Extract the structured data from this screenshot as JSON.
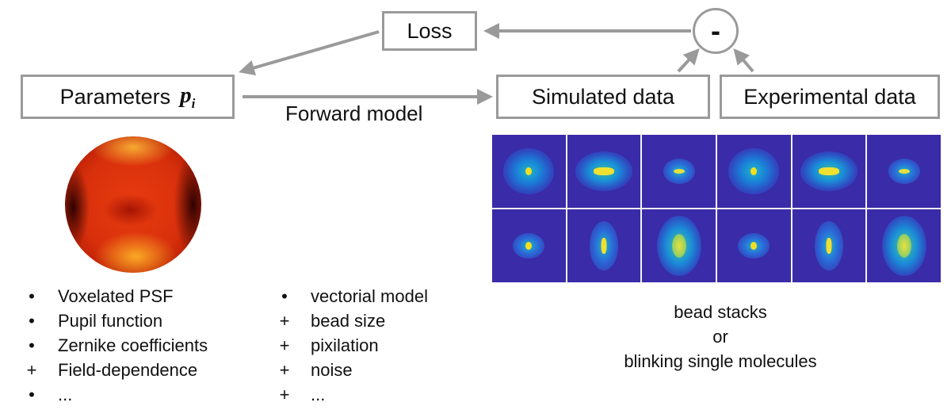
{
  "nodes": {
    "loss": "Loss",
    "parameters": "Parameters",
    "parameters_symbol": "p",
    "parameters_subscript": "i",
    "simulated": "Simulated data",
    "experimental": "Experimental data",
    "minus": "-"
  },
  "edges": {
    "forward_label": "Forward model"
  },
  "left_list": [
    {
      "symbol": "•",
      "text": "Voxelated PSF"
    },
    {
      "symbol": "•",
      "text": "Pupil function"
    },
    {
      "symbol": "•",
      "text": "Zernike coefficients"
    },
    {
      "symbol": "+",
      "text": "Field-dependence"
    },
    {
      "symbol": "•",
      "text": "..."
    }
  ],
  "right_list": [
    {
      "symbol": "•",
      "text": "vectorial model"
    },
    {
      "symbol": "+",
      "text": "bead size"
    },
    {
      "symbol": "+",
      "text": "pixilation"
    },
    {
      "symbol": "+",
      "text": "noise"
    },
    {
      "symbol": "+",
      "text": "..."
    }
  ],
  "caption": {
    "line1": "bead stacks",
    "line2": "or",
    "line3": "blinking single molecules"
  },
  "colors": {
    "arrow": "#9a9a9a",
    "tile_background": "#3a2ba8"
  },
  "psf_tiles": [
    {
      "halo": "wide-round",
      "core": "dot"
    },
    {
      "halo": "wide-horizontal",
      "core": "horizontal-bar"
    },
    {
      "halo": "small",
      "core": "small-horizontal"
    },
    {
      "halo": "small",
      "core": "dot"
    },
    {
      "halo": "vertical",
      "core": "vertical-bar"
    },
    {
      "halo": "wide-vertical",
      "core": "vertical-blob"
    }
  ]
}
